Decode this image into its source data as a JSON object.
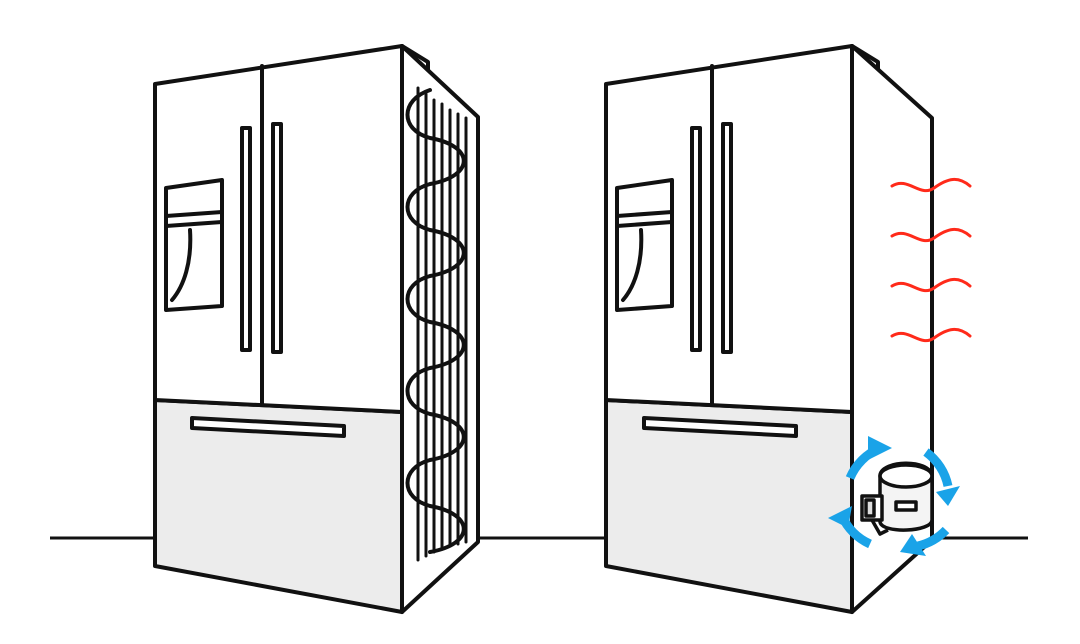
{
  "illustration": {
    "panels": [
      {
        "id": "left",
        "subject": "refrigerator-with-exposed-condenser-coils"
      },
      {
        "id": "right",
        "subject": "refrigerator-with-heat-and-compressor"
      }
    ],
    "icons": [
      "condenser-coil-icon",
      "heat-wave-icon",
      "compressor-icon",
      "rotation-arrow-icon"
    ],
    "colors": {
      "line": "#111111",
      "fridge_body": "#ffffff",
      "freezer_drawer": "#ececec",
      "heat_waves": "#ff2a1a",
      "circulation_arrows": "#1aa3e8",
      "compressor_fill": "#f4f4f4"
    }
  }
}
